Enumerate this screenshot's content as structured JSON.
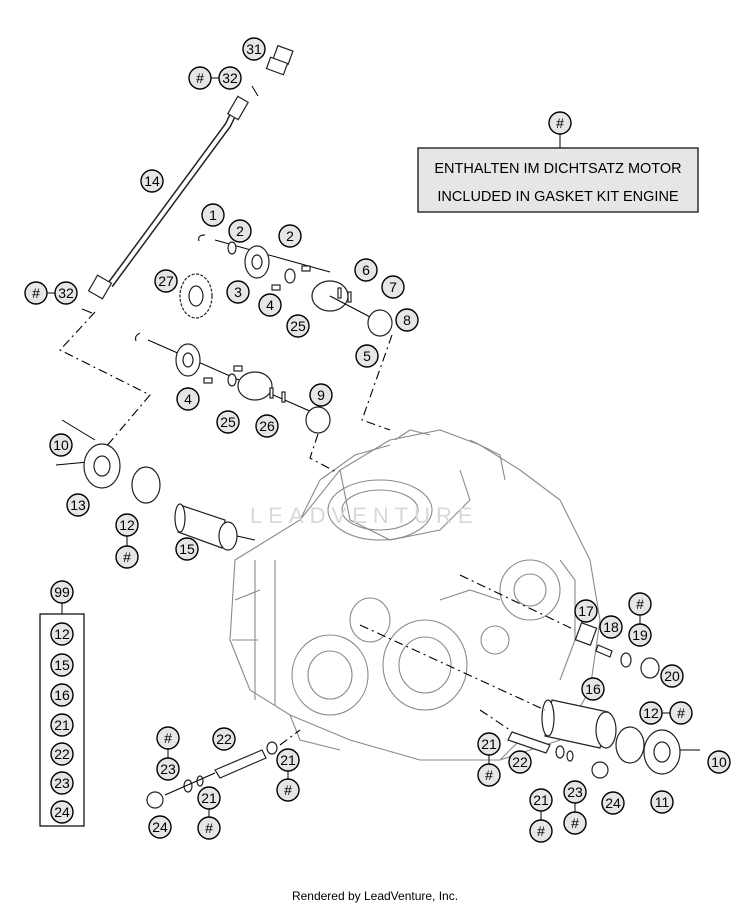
{
  "legend_box": {
    "marker": "#",
    "line1": "ENTHALTEN IM DICHTSATZ MOTOR",
    "line2": "INCLUDED IN GASKET KIT ENGINE"
  },
  "kit": {
    "label": "99",
    "items": [
      "12",
      "15",
      "16",
      "21",
      "22",
      "23",
      "24"
    ]
  },
  "callouts": {
    "c31": "31",
    "c32a": "32",
    "h32a": "#",
    "c14": "14",
    "c32b": "32",
    "h32b": "#",
    "c1": "1",
    "c2a": "2",
    "c2b": "2",
    "c3": "3",
    "c4a": "4",
    "c27": "27",
    "c25a": "25",
    "c6": "6",
    "c7": "7",
    "c8": "8",
    "c5": "5",
    "c4b": "4",
    "c25b": "25",
    "c26": "26",
    "c9": "9",
    "c10a": "10",
    "c13": "13",
    "c12a": "12",
    "h12a": "#",
    "c15": "15",
    "c17": "17",
    "c18": "18",
    "h19": "#",
    "c19": "19",
    "c20": "20",
    "c16": "16",
    "c12b": "12",
    "h12b": "#",
    "c10b": "10",
    "c11": "11",
    "h23a": "#",
    "c23a": "23",
    "c22a": "22",
    "c21a": "21",
    "h21a": "#",
    "c21b": "21",
    "h21b": "#",
    "c24a": "24",
    "c21c": "21",
    "h21c": "#",
    "c22b": "22",
    "c21d": "21",
    "h21d": "#",
    "c23b": "23",
    "h23b": "#",
    "c24b": "24"
  },
  "watermark": "LEADVENTURE",
  "footer": "Rendered by LeadVenture, Inc."
}
